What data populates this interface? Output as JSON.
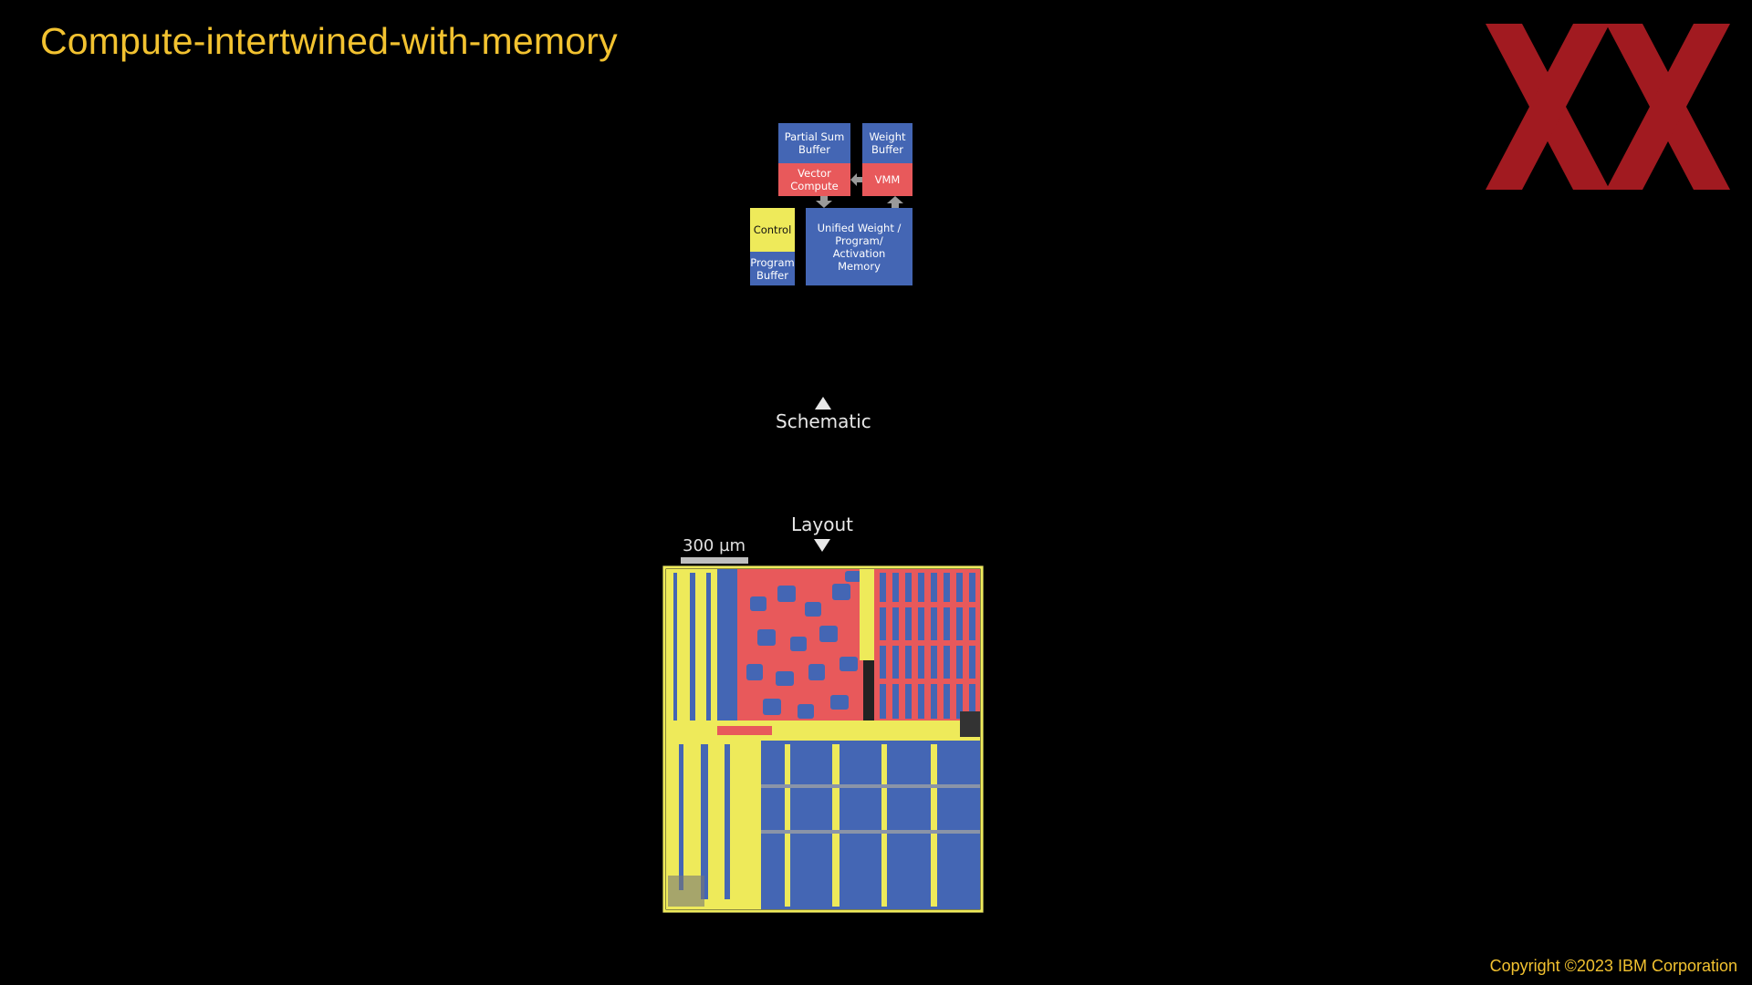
{
  "slide": {
    "title": "Compute-intertwined-with-memory",
    "copyright": "Copyright ©2023 IBM Corporation"
  },
  "logo": {
    "icon": "double-x-logo-icon",
    "color": "#b81e25"
  },
  "schematic": {
    "caption": "Schematic",
    "blocks": {
      "partial_sum_buffer": "Partial Sum Buffer",
      "weight_buffer": "Weight Buffer",
      "vector_compute": "Vector Compute",
      "vmm": "VMM",
      "control": "Control",
      "program_buffer": "Program Buffer",
      "unified_memory": "Unified Weight / Program/ Activation Memory"
    }
  },
  "layout": {
    "caption": "Layout",
    "scale_label": "300 µm"
  },
  "colors": {
    "accent_yellow": "#f2c230",
    "block_blue": "#4466b4",
    "block_red": "#e8595b",
    "block_yellow": "#eeea5a"
  }
}
